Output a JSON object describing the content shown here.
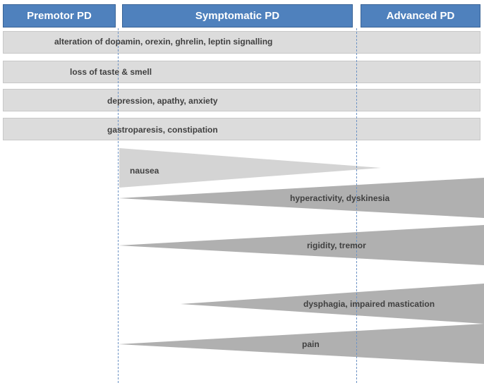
{
  "phases": [
    {
      "label": "Premotor PD"
    },
    {
      "label": "Symptomatic PD"
    },
    {
      "label": "Advanced PD"
    }
  ],
  "bands": [
    {
      "label": "alteration of dopamin,  orexin, ghrelin, leptin signalling"
    },
    {
      "label": "loss of taste & smell"
    },
    {
      "label": "depression,  apathy, anxiety"
    },
    {
      "label": "gastroparesis,  constipation"
    }
  ],
  "wedges": [
    {
      "label": "nausea"
    },
    {
      "label": "hyperactivity,  dyskinesia"
    },
    {
      "label": "rigidity, tremor"
    },
    {
      "label": "dysphagia,  impaired mastication"
    },
    {
      "label": "pain"
    }
  ],
  "colors": {
    "header": "#4f81bd",
    "band": "#dcdcdc",
    "wedge_light": "#d4d4d4",
    "wedge_dark": "#b0b0b0",
    "divider": "#6d93c5"
  }
}
